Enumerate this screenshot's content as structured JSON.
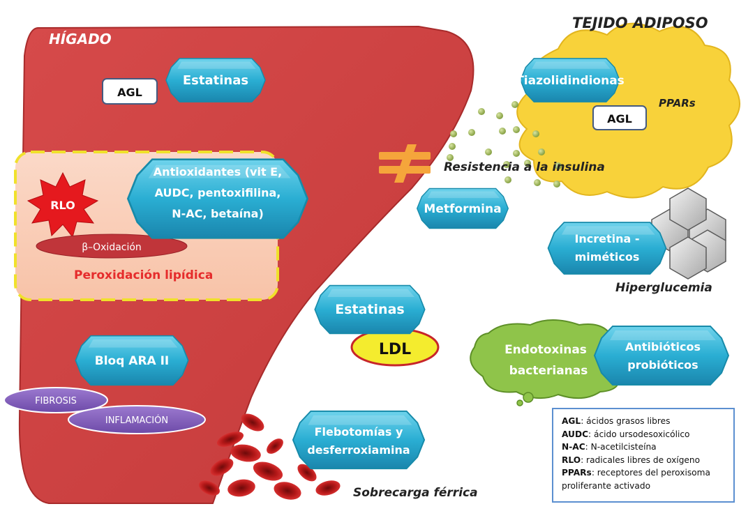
{
  "organs": {
    "liver": "HÍGADO",
    "adipose": "TEJIDO ADIPOSO"
  },
  "drugs": {
    "statins_top": "Estatinas",
    "antioxidants": [
      "Antioxidantes (vit E,",
      "AUDC, pentoxifilina,",
      "N-AC, betaína)"
    ],
    "ara": "Bloq ARA II",
    "statins_mid": "Estatinas",
    "tzd": "Tiazolidindionas",
    "metformin": "Metformina",
    "incretin": [
      "Incretina -",
      "miméticos"
    ],
    "antibiotics": [
      "Antibióticos",
      "probióticos"
    ],
    "phlebotomy": [
      "Flebotomías y",
      "desferroxiamina"
    ]
  },
  "labels": {
    "agl_liver": "AGL",
    "agl_fat": "AGL",
    "ppars": "PPARs",
    "rlo": "RLO",
    "beta_ox": "β–Oxidación",
    "peroxidation": "Peroxidación lipídica",
    "insulin_resistance": "Resistencia a la insulina",
    "hyperglycemia": "Hiperglucemia",
    "ldl": "LDL",
    "endotoxins": [
      "Endotoxinas",
      "bacterianas"
    ],
    "fibrosis": "FIBROSIS",
    "inflammation": "INFLAMACIÓN",
    "iron_overload": "Sobrecarga férrica"
  },
  "legend": [
    {
      "abbr": "AGL",
      "text": ": ácidos grasos libres"
    },
    {
      "abbr": "AUDC",
      "text": ": ácido ursodesoxicólico"
    },
    {
      "abbr": "N-AC",
      "text": ": N-acetilcisteína"
    },
    {
      "abbr": " RLO",
      "text": ": radicales libres de oxígeno"
    },
    {
      "abbr": "PPARs",
      "text": ": receptores del peroxisoma proliferante activado"
    }
  ]
}
